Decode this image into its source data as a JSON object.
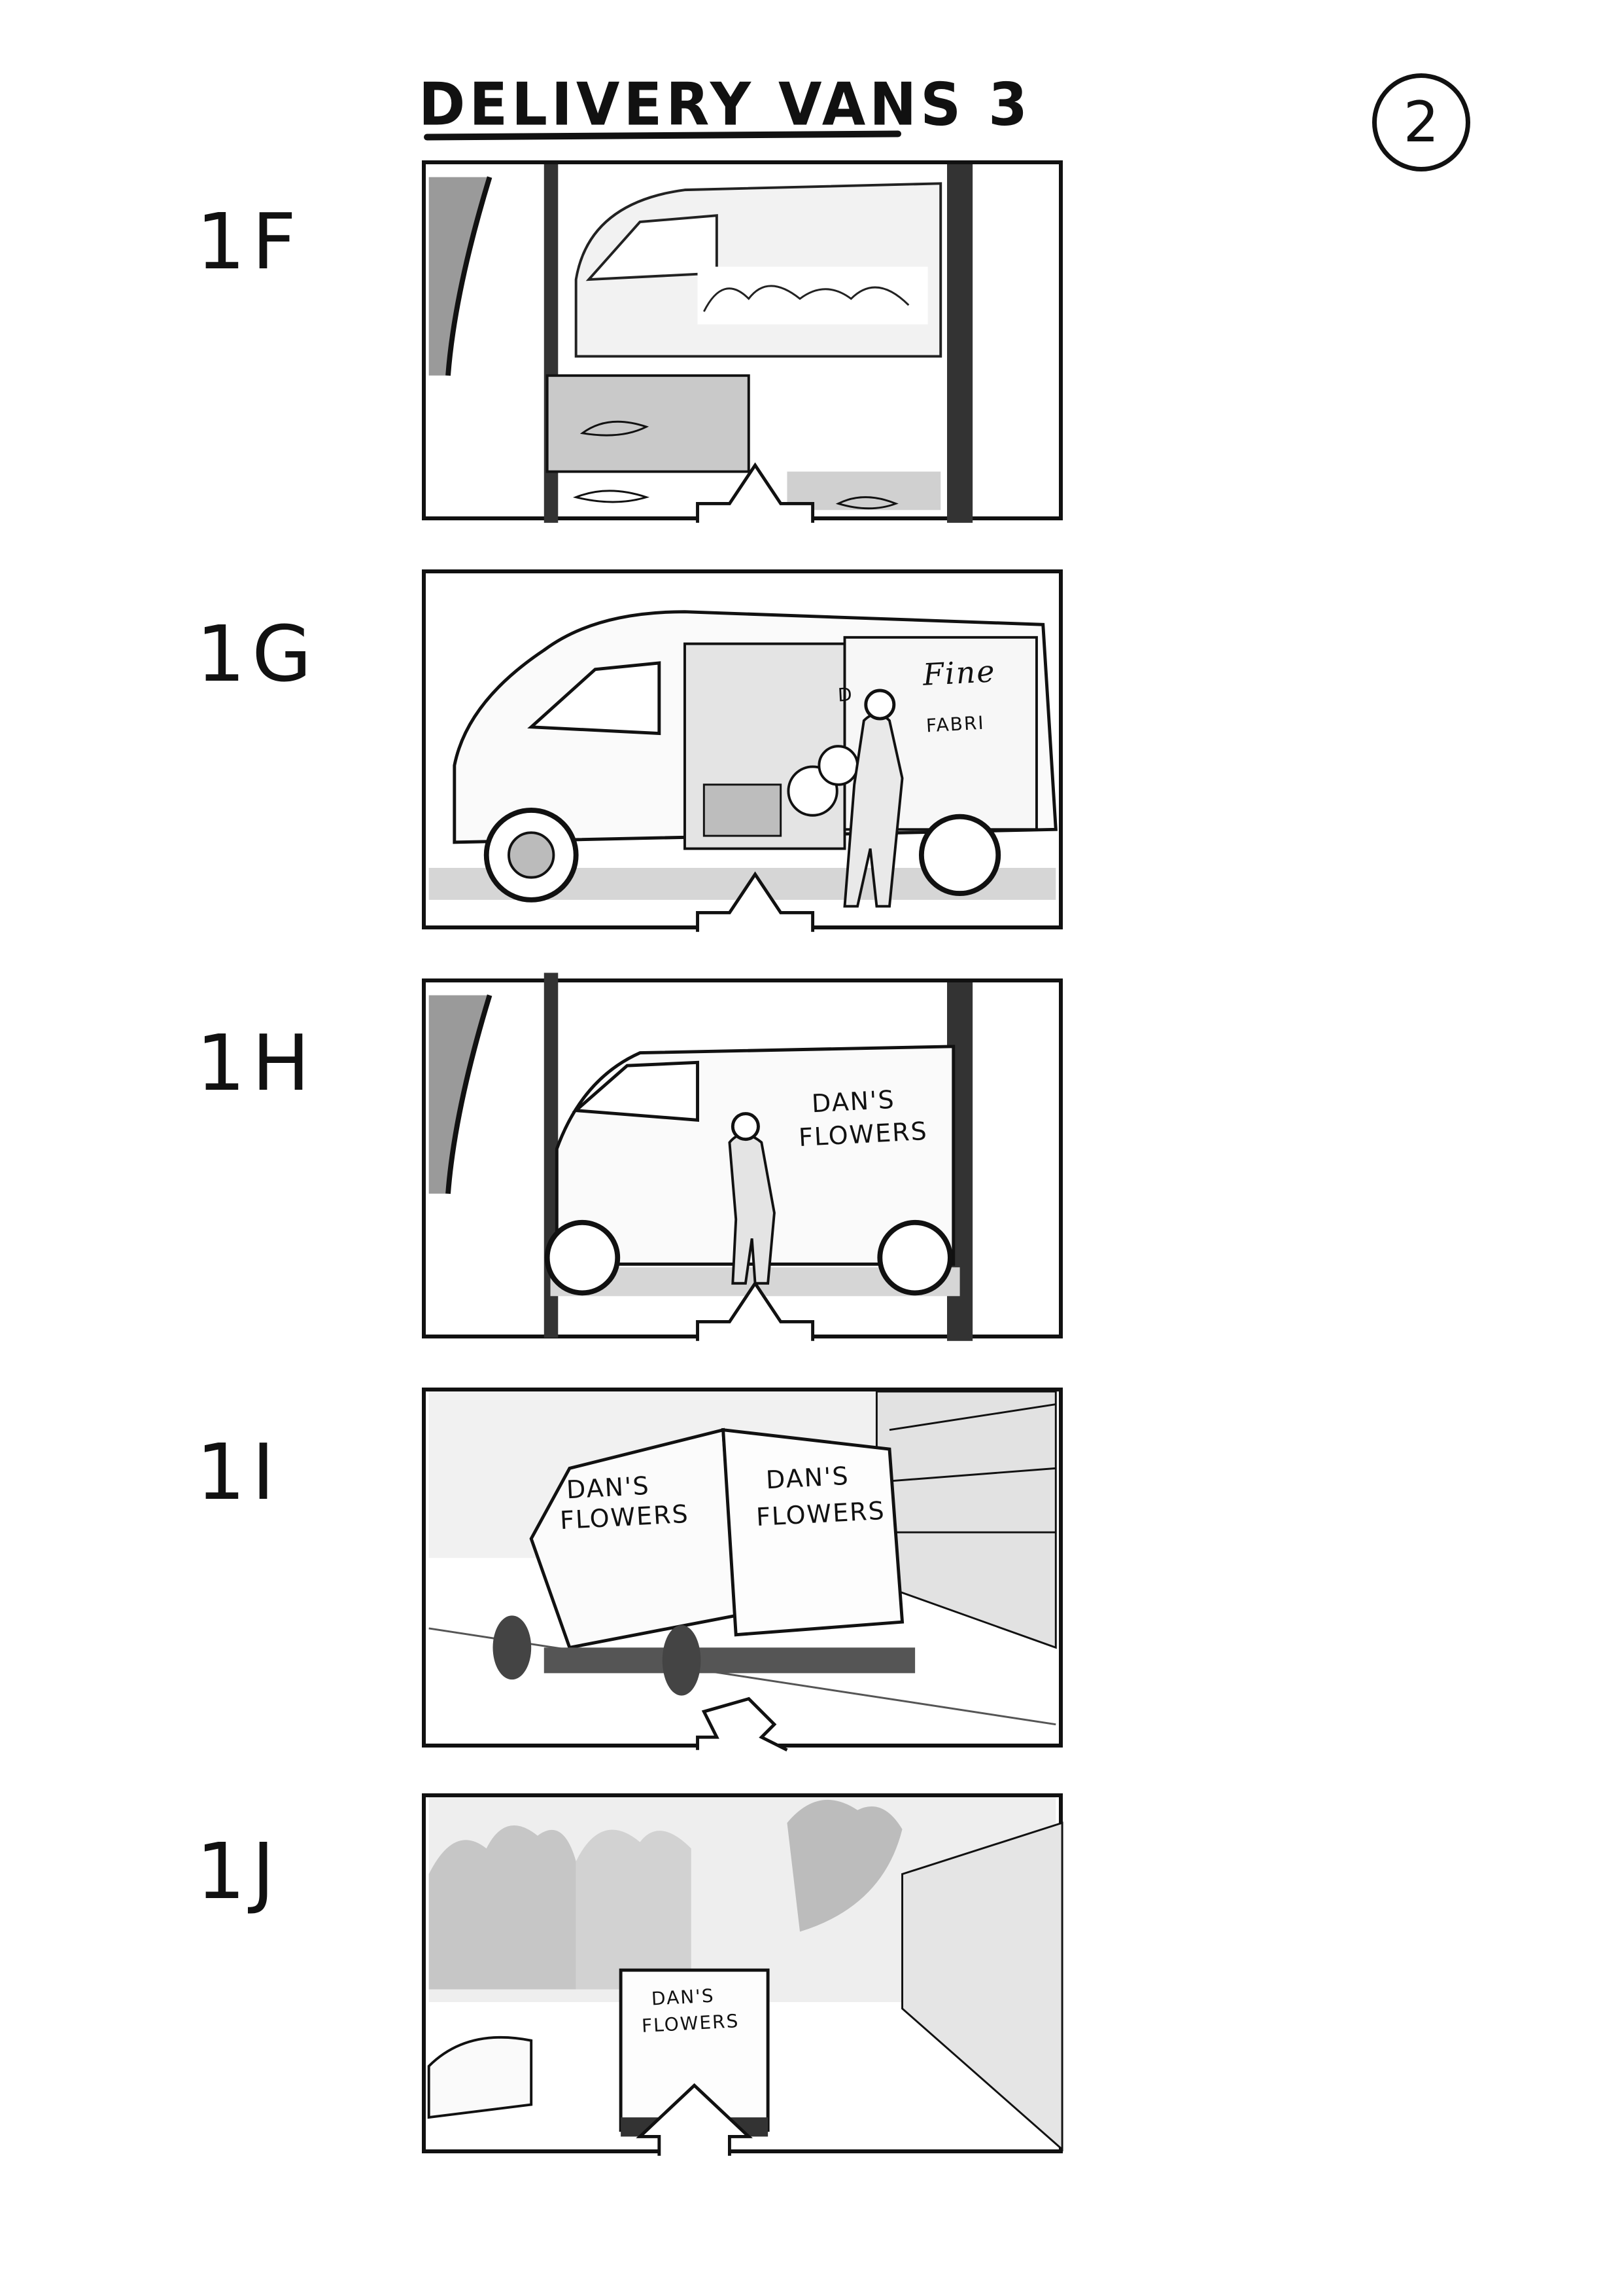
{
  "title": "DELIVERY VANS 3",
  "page_number": "2",
  "panels": [
    {
      "label": "1F"
    },
    {
      "label": "1G",
      "van_sign_line1": "Fine",
      "van_sign_line2": "FABRI",
      "inner_sign": "D"
    },
    {
      "label": "1H",
      "van_sign_line1": "DAN'S",
      "van_sign_line2": "FLOWERS"
    },
    {
      "label": "1I",
      "side_sign_line1": "DAN'S",
      "side_sign_line2": "FLOWERS",
      "rear_sign_line1": "DAN'S",
      "rear_sign_line2": "FLOWERS"
    },
    {
      "label": "1J",
      "rear_sign_line1": "DAN'S",
      "rear_sign_line2": "FLOWERS"
    }
  ]
}
